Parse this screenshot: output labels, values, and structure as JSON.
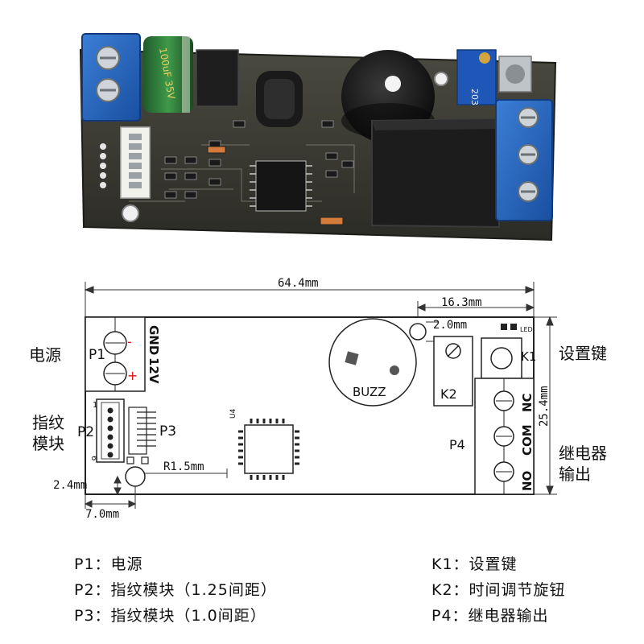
{
  "drawing": {
    "dim_width": "64.4mm",
    "dim_relay_width": "16.3mm",
    "dim_hole_d": "2.0mm",
    "dim_height": "25.4mm",
    "dim_hole_r": "R1.5mm",
    "dim_hole_offset": "2.4mm",
    "dim_hole_x": "7.0mm",
    "p1_label": "P1",
    "p1_gnd": "GND",
    "p1_12v": "12V",
    "p1_minus": "-",
    "p1_plus": "+",
    "p2_label": "P2",
    "p2_pin1": "1",
    "p2_pin6": "6",
    "p3_label": "P3",
    "u4_label": "U4",
    "buzz_label": "BUZZ",
    "k1_label": "K1",
    "k2_label": "K2",
    "led_label": "LED",
    "p4_label": "P4",
    "p4_nc": "NC",
    "p4_com": "COM",
    "p4_no": "NO",
    "callout_power": "电源",
    "callout_fp_line1": "指纹",
    "callout_fp_line2": "模块",
    "callout_set_key": "设置键",
    "callout_relay_line1": "继电器",
    "callout_relay_line2": "输出"
  },
  "legend": {
    "left": [
      "P1：电源",
      "P2：指纹模块（1.25间距）",
      "P3：指纹模块（1.0间距）"
    ],
    "right": [
      "K1：设置键",
      "K2：时间调节旋钮",
      "P4：继电器输出"
    ]
  },
  "photo": {
    "capacitor_text": "100uF 35V",
    "trimmer_text": "203"
  }
}
